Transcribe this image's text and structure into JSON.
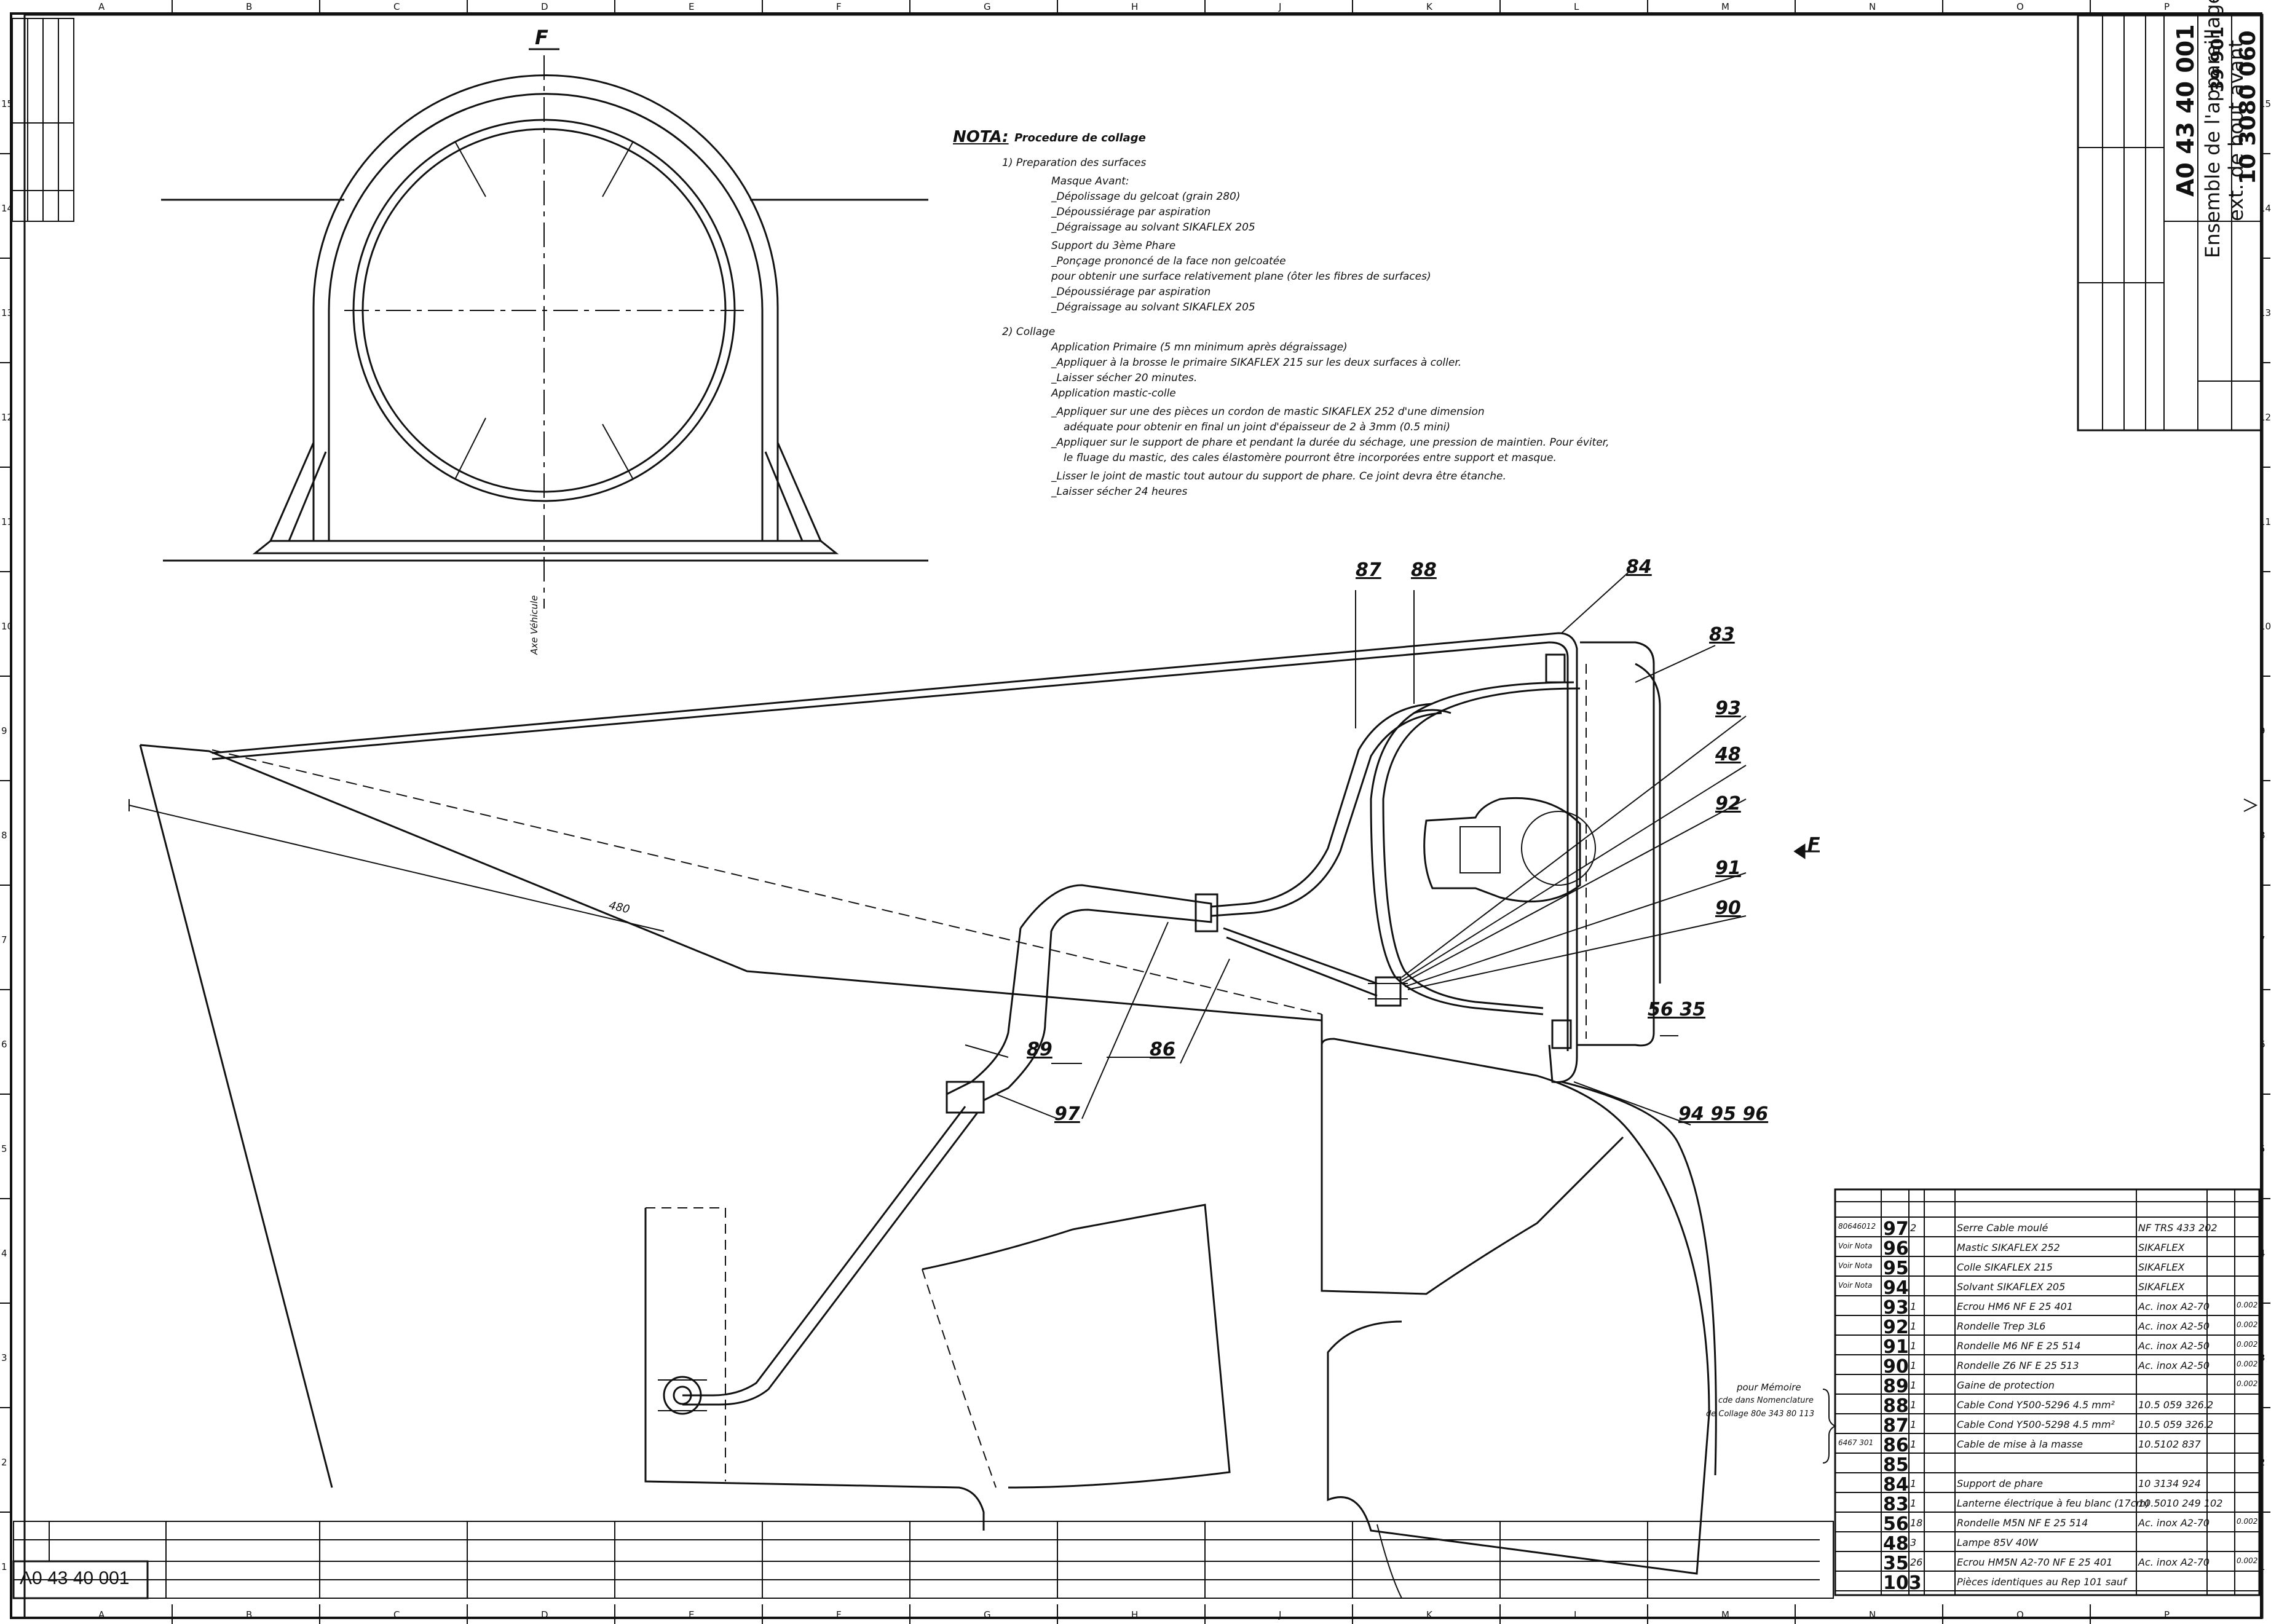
{
  "drawing": {
    "number": "A0 43 40 001",
    "title_line1": "Ensemble de l'appareillage",
    "title_line2": "ext. de bout avant",
    "ref_number": "10 3080 060",
    "ref_number2": "39 901"
  },
  "views": {
    "section_label": "F",
    "axis_label": "Axe Véhicule",
    "dimension": "480",
    "view_arrow": "F"
  },
  "nota": {
    "heading": "NOTA:",
    "heading_rest": "Procedure de collage",
    "lines": [
      "1) Preparation des surfaces",
      "Masque Avant:",
      "_Dépolissage du gelcoat (grain 280)",
      "_Dépoussiérage par aspiration",
      "_Dégraissage au solvant SIKAFLEX 205",
      "Support du 3ème Phare",
      "_Ponçage prononcé de la face non gelcoatée",
      "pour obtenir une surface relativement plane (ôter les fibres de surfaces)",
      "_Dépoussiérage par aspiration",
      "_Dégraissage au solvant SIKAFLEX 205",
      "2) Collage",
      "Application Primaire (5 mn minimum après dégraissage)",
      "_Appliquer à la brosse le primaire SIKAFLEX 215 sur les deux surfaces à coller.",
      "_Laisser sécher 20 minutes.",
      "Application mastic-colle",
      "_Appliquer sur une des pièces un cordon de mastic SIKAFLEX 252 d'une dimension",
      "adéquate pour obtenir en final un joint d'épaisseur de 2 à 3mm (0.5 mini)",
      "_Appliquer sur le support de phare et pendant la durée du séchage, une pression de maintien. Pour éviter,",
      "le fluage du mastic, des cales élastomère pourront être incorporées entre support et masque.",
      "_Lisser le joint de mastic tout autour du support de phare. Ce joint devra être étanche.",
      "_Laisser sécher 24 heures"
    ]
  },
  "callouts": [
    "87",
    "88",
    "84",
    "83",
    "93",
    "48",
    "92",
    "91",
    "90",
    "56 35",
    "94 95 96",
    "89",
    "86",
    "97"
  ],
  "memo_note": [
    "pour Mémoire",
    "cde dans Nomenclature",
    "de Collage 80e 343 80 113"
  ],
  "bom": [
    {
      "ref": "80646012",
      "rep": "97",
      "qty": "2",
      "designation": "Serre Cable moulé",
      "spec": "NF TRS 433 202",
      "spec2": ""
    },
    {
      "ref": "Voir Nota",
      "rep": "96",
      "qty": "",
      "designation": "Mastic SIKAFLEX 252",
      "spec": "SIKAFLEX",
      "spec2": ""
    },
    {
      "ref": "Voir Nota",
      "rep": "95",
      "qty": "",
      "designation": "Colle SIKAFLEX 215",
      "spec": "SIKAFLEX",
      "spec2": ""
    },
    {
      "ref": "Voir Nota",
      "rep": "94",
      "qty": "",
      "designation": "Solvant SIKAFLEX 205",
      "spec": "SIKAFLEX",
      "spec2": ""
    },
    {
      "ref": "",
      "rep": "93",
      "qty": "1",
      "designation": "Ecrou HM6 NF E 25 401",
      "spec": "Ac. inox A2-70",
      "spec2": "0.002"
    },
    {
      "ref": "",
      "rep": "92",
      "qty": "1",
      "designation": "Rondelle Trep 3L6",
      "spec": "Ac. inox A2-50",
      "spec2": "0.002"
    },
    {
      "ref": "",
      "rep": "91",
      "qty": "1",
      "designation": "Rondelle M6 NF E 25 514",
      "spec": "Ac. inox A2-50",
      "spec2": "0.002"
    },
    {
      "ref": "",
      "rep": "90",
      "qty": "1",
      "designation": "Rondelle Z6 NF E 25 513",
      "spec": "Ac. inox A2-50",
      "spec2": "0.002"
    },
    {
      "ref": "",
      "rep": "89",
      "qty": "1",
      "designation": "Gaine de protection",
      "spec": "",
      "spec2": "0.002"
    },
    {
      "ref": "",
      "rep": "88",
      "qty": "1",
      "designation": "Cable Cond Y500-5296 4.5 mm²",
      "spec": "10.5 059 326.2",
      "spec2": ""
    },
    {
      "ref": "",
      "rep": "87",
      "qty": "1",
      "designation": "Cable Cond Y500-5298 4.5 mm²",
      "spec": "10.5 059 326.2",
      "spec2": ""
    },
    {
      "ref": "6467 301",
      "rep": "86",
      "qty": "1",
      "designation": "Cable de mise à la masse",
      "spec": "10.5102 837",
      "spec2": ""
    },
    {
      "ref": "",
      "rep": "85",
      "qty": "",
      "designation": "",
      "spec": "",
      "spec2": ""
    },
    {
      "ref": "",
      "rep": "84",
      "qty": "1",
      "designation": "Support de phare",
      "spec": "10 3134 924",
      "spec2": ""
    },
    {
      "ref": "",
      "rep": "83",
      "qty": "1",
      "designation": "Lanterne électrique à feu blanc (17cm)",
      "spec": "10.5010 249 102",
      "spec2": ""
    },
    {
      "ref": "",
      "rep": "56",
      "qty": "18",
      "designation": "Rondelle M5N NF E 25 514",
      "spec": "Ac. inox A2-70",
      "spec2": "0.002"
    },
    {
      "ref": "",
      "rep": "48",
      "qty": "3",
      "designation": "Lampe 85V 40W",
      "spec": "",
      "spec2": ""
    },
    {
      "ref": "",
      "rep": "35",
      "qty": "26",
      "designation": "Ecrou HM5N A2-70 NF E 25 401",
      "spec": "Ac. inox A2-70",
      "spec2": "0.002"
    },
    {
      "ref": "",
      "rep": "103",
      "qty": "",
      "designation": "Pièces identiques au Rep 101 sauf",
      "spec": "",
      "spec2": ""
    }
  ],
  "grid": {
    "letters": [
      "A",
      "B",
      "C",
      "D",
      "E",
      "F",
      "G",
      "H",
      "J",
      "K",
      "L",
      "M",
      "N",
      "O",
      "P"
    ],
    "numbers": [
      "1",
      "2",
      "3",
      "4",
      "5",
      "6",
      "7",
      "8",
      "9",
      "10",
      "11",
      "12",
      "13",
      "14",
      "15"
    ]
  }
}
